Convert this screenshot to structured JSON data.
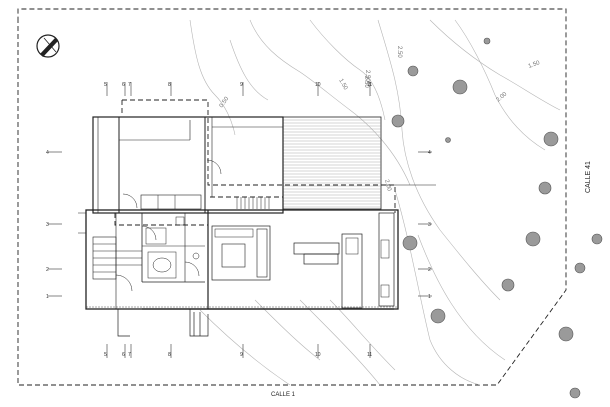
{
  "labels": {
    "street_bottom": "CALLE 1",
    "street_right": "CALLE 41"
  },
  "contours": [
    "2.50",
    "1.50",
    "2.00",
    "2.50",
    "1.50",
    "2.00",
    "0.50",
    "2.50"
  ],
  "axes": {
    "top": [
      "5",
      "6",
      "7",
      "8",
      "9",
      "10",
      "11"
    ],
    "bottom": [
      "5",
      "6",
      "7",
      "8",
      "9",
      "10",
      "11"
    ],
    "left": [
      "4",
      "3",
      "2",
      "1"
    ],
    "right": [
      "4",
      "3",
      "2",
      "1"
    ]
  },
  "icons": {
    "north": "north-arrow-icon",
    "tree": "tree-icon"
  },
  "colors": {
    "line": "#222222",
    "contour": "#aaaaaa",
    "tree": "#9a9a9a"
  }
}
